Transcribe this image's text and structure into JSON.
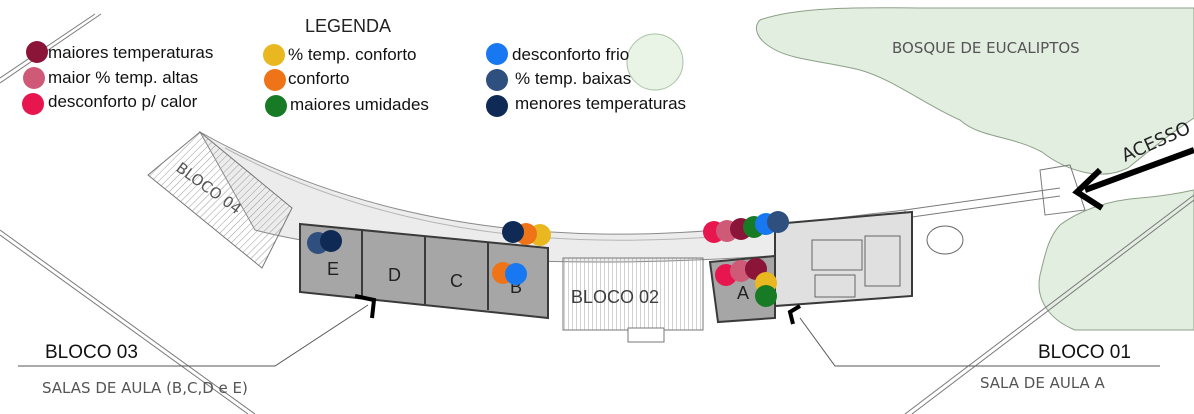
{
  "legend": {
    "title": "LEGENDA",
    "items": [
      {
        "label": "maiores temperaturas",
        "color": "#8b1538"
      },
      {
        "label": "maior % temp. altas",
        "color": "#cf5a78"
      },
      {
        "label": "desconforto p/ calor",
        "color": "#e8164f"
      },
      {
        "label": "% temp. conforto",
        "color": "#e9b820"
      },
      {
        "label": "conforto",
        "color": "#ef7417"
      },
      {
        "label": "maiores umidades",
        "color": "#177a25"
      },
      {
        "label": "desconforto frio",
        "color": "#1778f2"
      },
      {
        "label": "% temp. baixas",
        "color": "#2f4f7f"
      },
      {
        "label": "menores temperaturas",
        "color": "#0f2a55"
      }
    ]
  },
  "map": {
    "forest_label": "BOSQUE DE EUCALIPTOS",
    "access_label": "ACESSO",
    "block04_label": "BLOCO 04",
    "block02_label": "BLOCO 02",
    "rooms": [
      "E",
      "D",
      "C",
      "B",
      "A"
    ],
    "callouts": [
      {
        "title": "BLOCO 03",
        "subtitle": "SALAS DE AULA (B,C,D e E)"
      },
      {
        "title": "BLOCO 01",
        "subtitle": "SALA DE AULA A"
      }
    ]
  }
}
